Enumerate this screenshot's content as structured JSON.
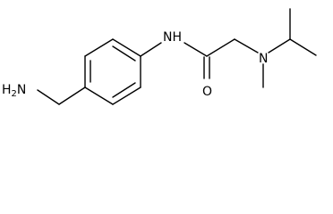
{
  "molecule": {
    "atoms": {
      "amine_label": "H",
      "amine_label_sub": "2",
      "amine_label_n": "N",
      "amide_nh": "NH",
      "carbonyl_o": "O",
      "tertiary_n": "N"
    },
    "colors": {
      "bond": "#000000",
      "text": "#000000",
      "background": "#ffffff"
    }
  }
}
